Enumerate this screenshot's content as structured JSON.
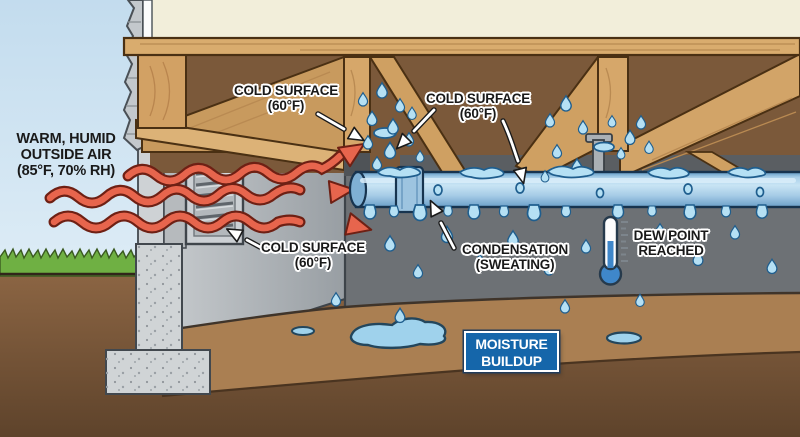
{
  "title": "Crawl space condensation diagram",
  "labels": {
    "warm_air": {
      "lines": [
        "WARM, HUMID",
        "OUTSIDE AIR",
        "(85°F, 70% RH)"
      ]
    },
    "cold_surface_1": {
      "lines": [
        "COLD SURFACE",
        "(60°F)"
      ]
    },
    "cold_surface_2": {
      "lines": [
        "COLD SURFACE",
        "(60°F)"
      ]
    },
    "cold_surface_3": {
      "lines": [
        "COLD SURFACE",
        "(60°F)"
      ]
    },
    "condensation": {
      "lines": [
        "CONDENSATION",
        "(SWEATING)"
      ]
    },
    "dew_point": {
      "lines": [
        "DEW POINT",
        "REACHED"
      ]
    },
    "moisture_buildup": {
      "lines": [
        "MOISTURE",
        "BUILDUP"
      ]
    }
  },
  "icons": [
    "thermometer-icon",
    "water-drop-icon",
    "wavy-airflow-arrow-icon",
    "pointer-arrow-icon",
    "vent-louver-icon",
    "puddle-icon"
  ],
  "colors": {
    "airflow_arrow": "#e7654d",
    "water": "#b5e0f4",
    "pipe": "#a9cfe8",
    "wood": "#d2a164",
    "moisture_box_bg": "#1566aa",
    "moisture_box_text": "#ffffff",
    "label_text": "#191919"
  }
}
